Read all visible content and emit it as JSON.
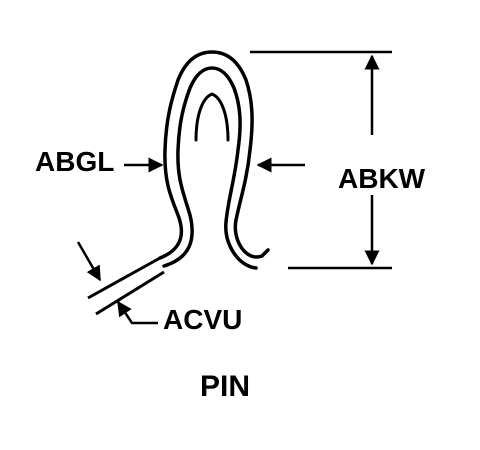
{
  "diagram": {
    "title": "PIN",
    "labels": {
      "abgl": "ABGL",
      "abkw": "ABKW",
      "acvu": "ACVU"
    },
    "colors": {
      "ink": "#000000",
      "background": "#ffffff"
    }
  }
}
